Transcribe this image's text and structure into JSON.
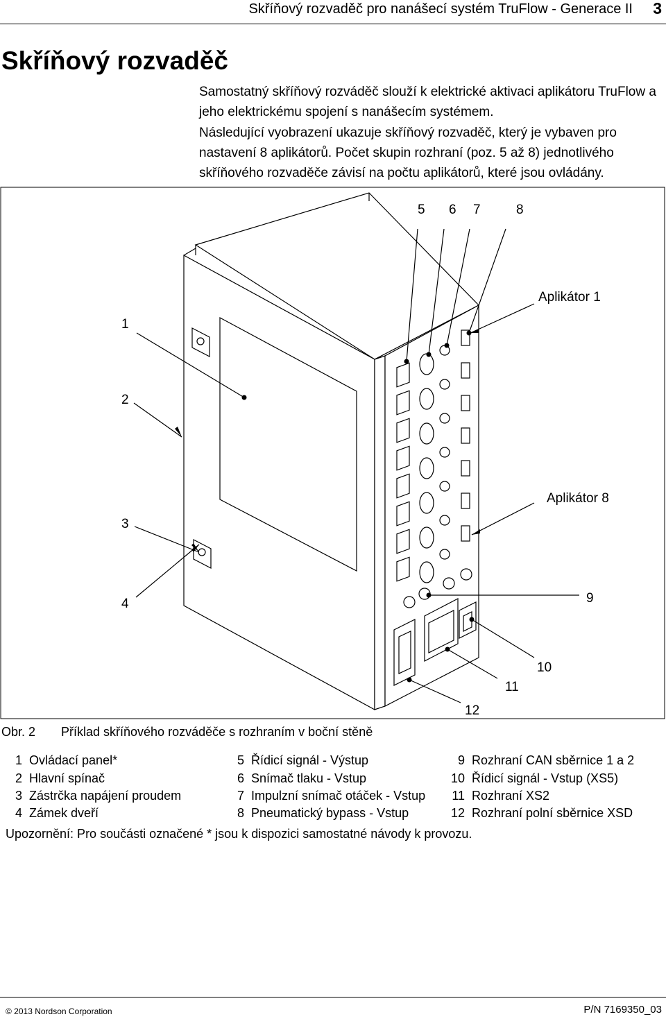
{
  "header": {
    "title": "Skříňový rozvaděč pro nanášecí systém TruFlow - Generace II",
    "page_number": "3"
  },
  "section_title": "Skříňový rozvaděč",
  "paragraphs": [
    "Samostatný skříňový rozváděč slouží k elektrické aktivaci aplikátoru TruFlow a jeho elektrickému spojení s nanášecím systémem.",
    "Následující vyobrazení ukazuje skříňový rozvaděč, který je vybaven pro nastavení 8 aplikátorů. Počet skupin rozhraní (poz. 5 až 8) jednotlivého skříňového rozvaděče závisí na počtu aplikátorů, které jsou ovládány."
  ],
  "figure": {
    "callouts": [
      "1",
      "2",
      "3",
      "4",
      "5",
      "6",
      "7",
      "8",
      "9",
      "10",
      "11",
      "12"
    ],
    "label_applicator_1": "Aplikátor 1",
    "label_applicator_8": "Aplikátor 8"
  },
  "caption": {
    "number": "Obr. 2",
    "text": "Příklad skříňového rozváděče s rozhraním v boční stěně"
  },
  "legend": [
    {
      "n": "1",
      "text": "Ovládací panel*"
    },
    {
      "n": "2",
      "text": "Hlavní spínač"
    },
    {
      "n": "3",
      "text": "Zástrčka napájení proudem"
    },
    {
      "n": "4",
      "text": "Zámek dveří"
    },
    {
      "n": "5",
      "text": "Řídicí signál - Výstup"
    },
    {
      "n": "6",
      "text": "Snímač tlaku - Vstup"
    },
    {
      "n": "7",
      "text": "Impulzní snímač otáček - Vstup"
    },
    {
      "n": "8",
      "text": "Pneumatický bypass - Vstup"
    },
    {
      "n": "9",
      "text": "Rozhraní CAN sběrnice 1 a 2"
    },
    {
      "n": "10",
      "text": "Řídicí signál - Vstup (XS5)"
    },
    {
      "n": "11",
      "text": "Rozhraní XS2"
    },
    {
      "n": "12",
      "text": "Rozhraní polní sběrnice XSD"
    }
  ],
  "note": "Upozornění: Pro součásti označené * jsou k dispozici samostatné návody k provozu.",
  "footer": {
    "copyright": "© 2013 Nordson Corporation",
    "part_number": "P/N 7169350_03"
  }
}
